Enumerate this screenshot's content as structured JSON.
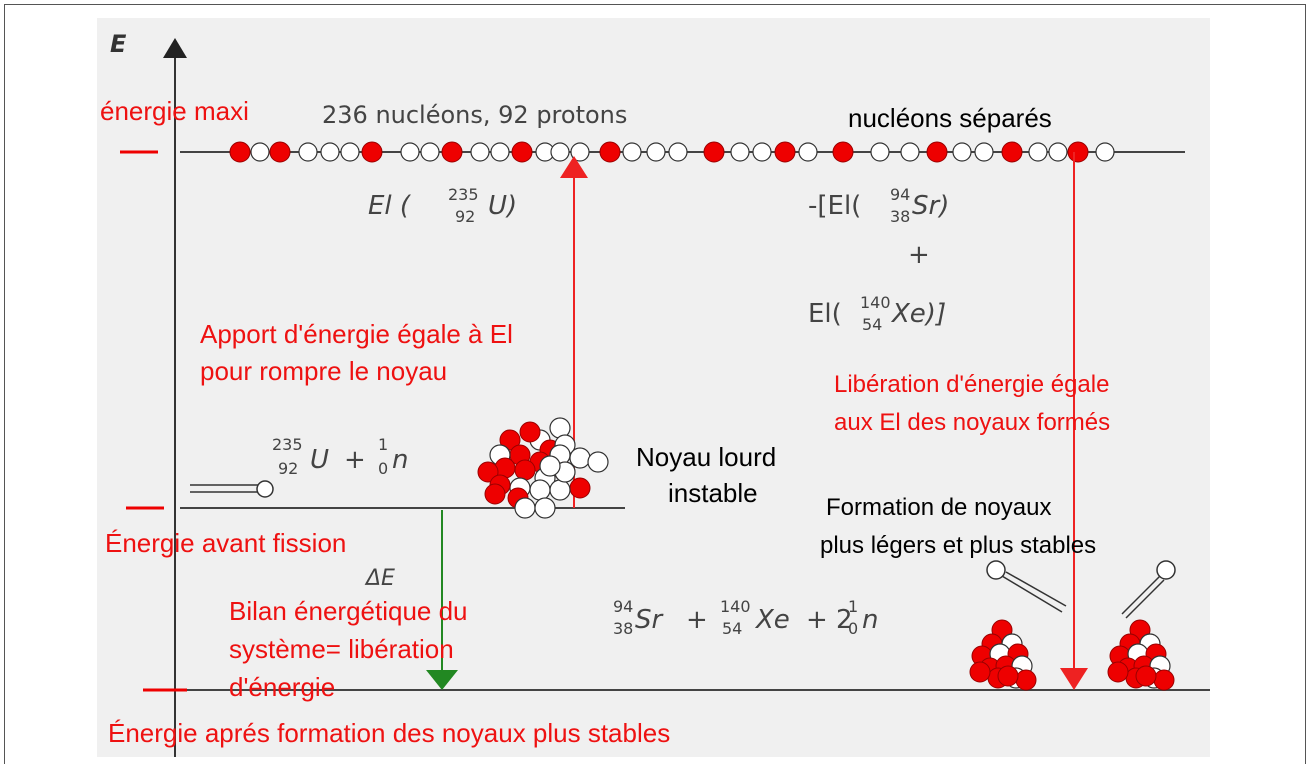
{
  "axis": {
    "label": "E"
  },
  "levels": {
    "max_label": "énergie maxi",
    "before_label": "Énergie avant fission",
    "after_label": "Énergie aprés formation des noyaux plus stables"
  },
  "top_level": {
    "left_text": "236 nucléons, 92 protons",
    "right_text": "nucléons séparés"
  },
  "equations": {
    "binding_left": {
      "prefix": "El (",
      "mass": "235",
      "charge": "92",
      "symbol": "U)"
    },
    "binding_right": {
      "line1": {
        "prefix": "-[El(",
        "mass": "94",
        "charge": "38",
        "symbol": "Sr)"
      },
      "plus": "+",
      "line2": {
        "prefix": "El(",
        "mass": "140",
        "charge": "54",
        "symbol": "Xe)]"
      }
    },
    "reactants": {
      "u_mass": "235",
      "u_charge": "92",
      "u_sym": "U",
      "plus": "+",
      "n_mass": "1",
      "n_charge": "0",
      "n_sym": "n"
    },
    "products": {
      "sr_mass": "94",
      "sr_charge": "38",
      "sr_sym": "Sr",
      "plus1": "+",
      "xe_mass": "140",
      "xe_charge": "54",
      "xe_sym": "Xe",
      "plus2": "+ 2",
      "n_mass": "1",
      "n_charge": "0",
      "n_sym": "n"
    },
    "delta": "ΔE"
  },
  "annotations": {
    "apport_line1": "Apport d'énergie égale à El",
    "apport_line2": "pour rompre le noyau",
    "liberation_line1": "Libération d'énergie  égale",
    "liberation_line2": "aux  El des noyaux formés",
    "noyau_line1": "Noyau lourd",
    "noyau_line2": "instable",
    "formation_line1": "Formation de noyaux",
    "formation_line2": "plus légers et plus stables",
    "bilan_line1": "Bilan énergétique du",
    "bilan_line2": "système= libération",
    "bilan_line3": "d'énergie"
  },
  "colors": {
    "proton": "#ee0000",
    "neutron": "#ffffff",
    "up_arrow": "#ee2222",
    "down_arrow": "#ee2222",
    "delta_arrow": "#228822",
    "annotation": "#ee1111"
  }
}
